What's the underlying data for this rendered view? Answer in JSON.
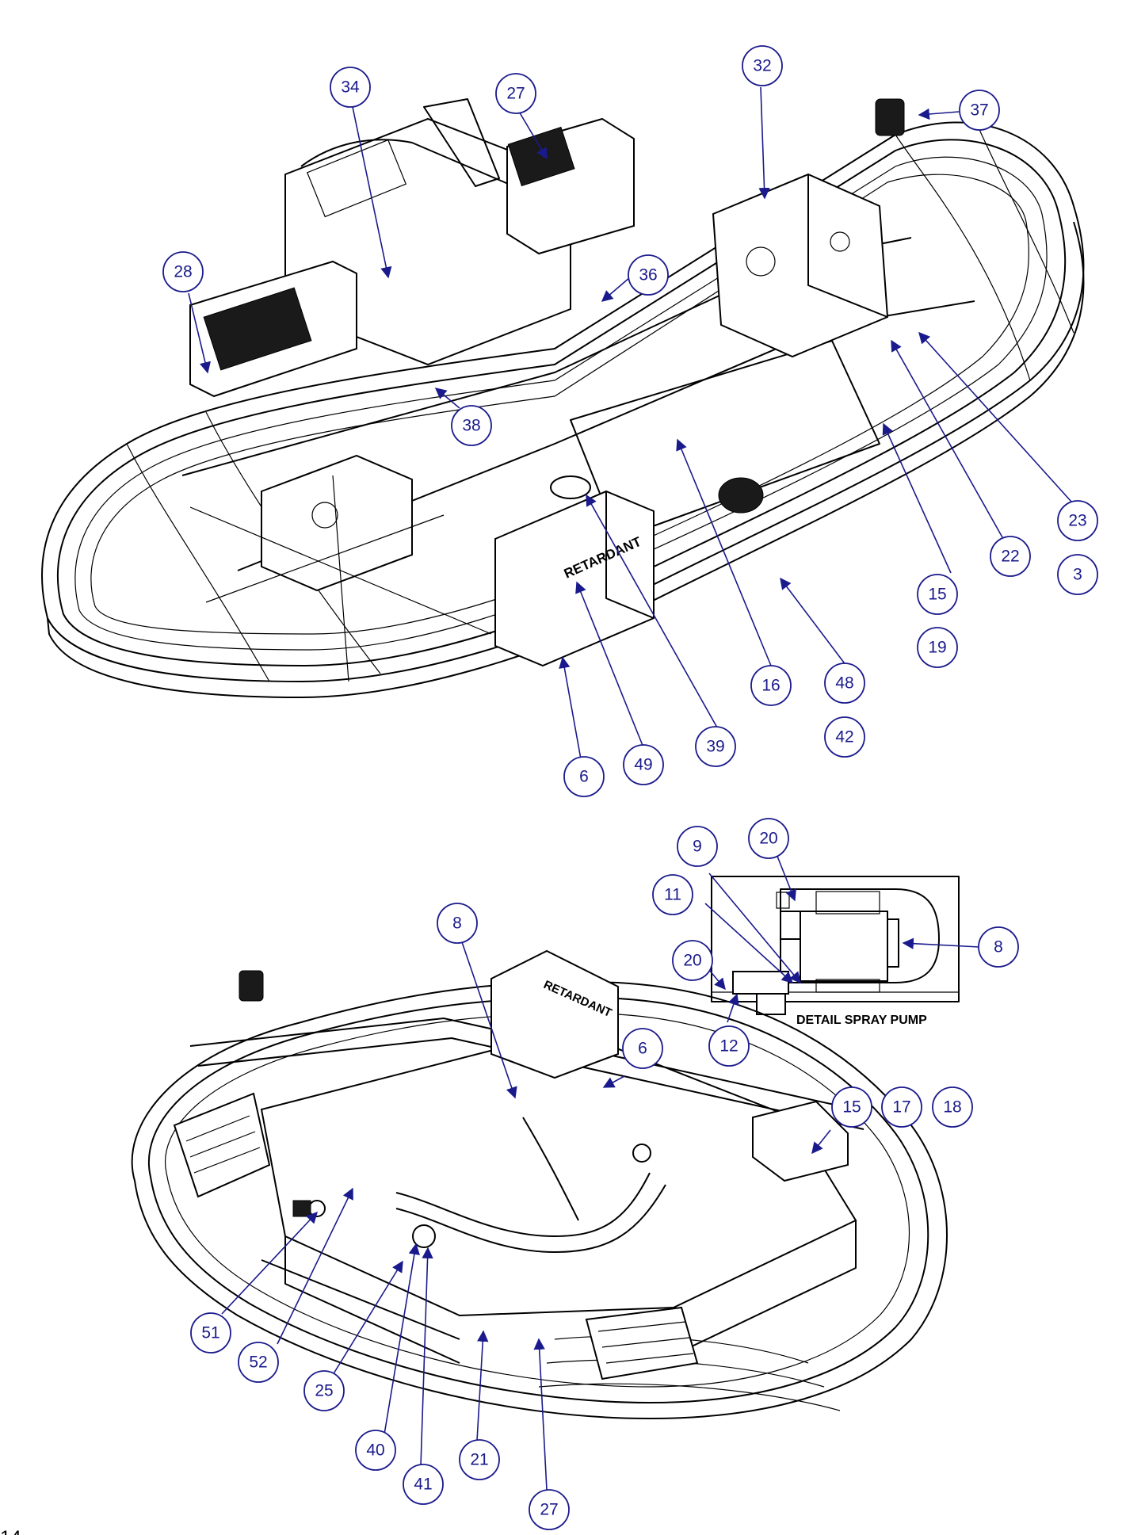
{
  "retardant_label_top": "RETARDANT",
  "retardant_label_bottom": "RETARDANT",
  "detail_caption": "DETAIL  SPRAY PUMP",
  "page_number": "14",
  "colors": {
    "callout": "#1a1a8c",
    "line": "#000000"
  },
  "callouts_top": [
    "34",
    "27",
    "32",
    "37",
    "28",
    "36",
    "38",
    "16",
    "48",
    "42",
    "39",
    "49",
    "6",
    "15",
    "19",
    "22",
    "23",
    "3"
  ],
  "callouts_detail": [
    "9",
    "20",
    "11",
    "8",
    "20",
    "12"
  ],
  "callouts_bottom": [
    "8",
    "6",
    "15",
    "17",
    "18",
    "51",
    "52",
    "25",
    "40",
    "41",
    "21",
    "27"
  ]
}
